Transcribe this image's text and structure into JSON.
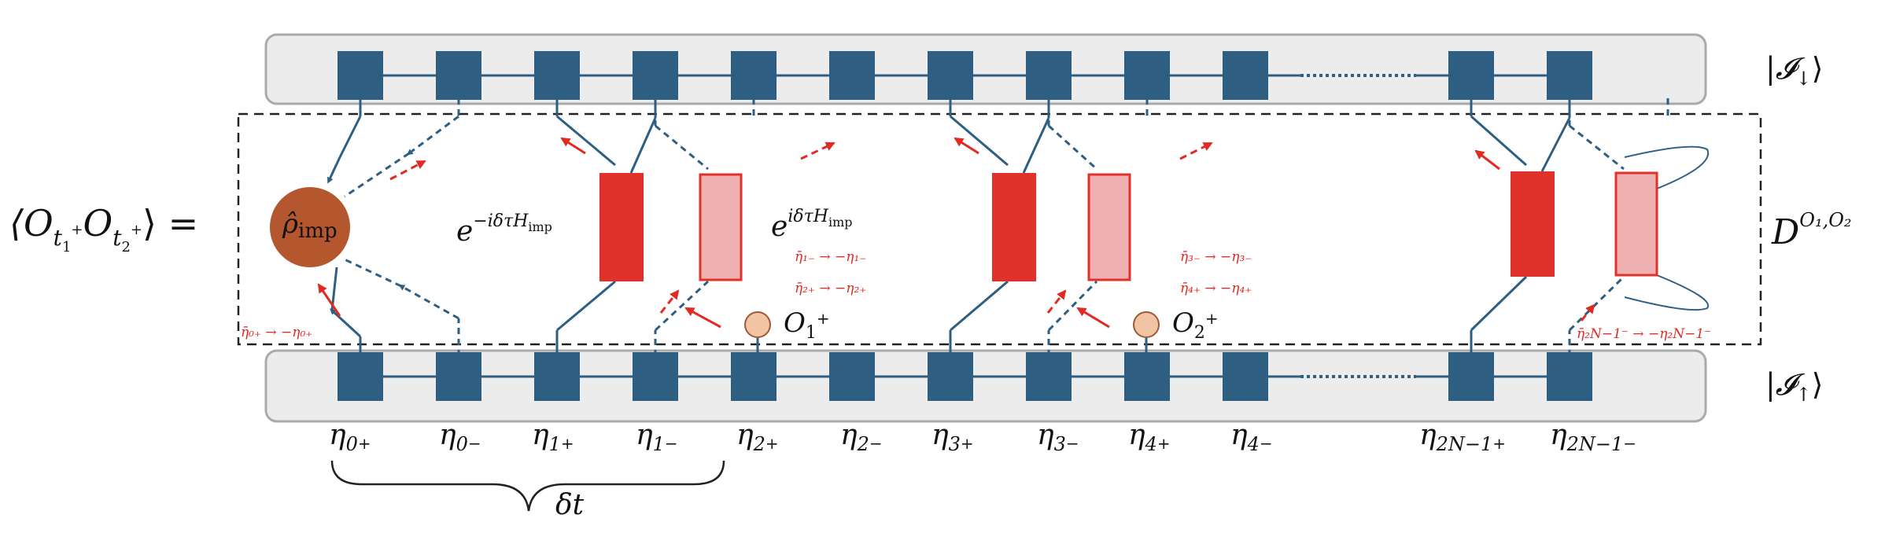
{
  "colors": {
    "tensor": "#2e5f82",
    "gate_dark": "#e0312a",
    "gate_light": "#efb0b2",
    "gate_light_stroke": "#e0312a",
    "arrow_red": "#e02a22",
    "rho": "#b4572e",
    "operator_fill": "#f3c4a3",
    "panel_fill": "#ececec",
    "panel_stroke": "#aaaaaa"
  },
  "lhs": {
    "expression": "⟨O",
    "t1": "t",
    "t1_sub": "1",
    "plus": "+",
    "o2": "O",
    "t2": "t",
    "t2_sub": "2",
    "close": "⟩ ="
  },
  "top_state": {
    "label": "|𝓘",
    "arrow": "↓",
    "close": "⟩"
  },
  "bottom_state": {
    "label": "|𝓘",
    "arrow": "↑",
    "close": "⟩"
  },
  "d_label": {
    "base": "D",
    "sup": "O₁,O₂"
  },
  "rho": {
    "symbol": "ρ̂",
    "subscript": "imp"
  },
  "gate_forward": {
    "base": "e",
    "sup": "−iδτH",
    "sup_sub": "imp"
  },
  "gate_backward": {
    "base": "e",
    "sup": "iδτH",
    "sup_sub": "imp"
  },
  "operators": [
    {
      "base": "O",
      "sub": "1",
      "sup": "+"
    },
    {
      "base": "O",
      "sub": "2",
      "sup": "+"
    }
  ],
  "substitutions": {
    "first": "η̄₀₊ → −η₀₊",
    "second_a": "η̄₁₋ → −η₁₋",
    "second_b": "η̄₂₊ → −η₂₊",
    "third_a": "η̄₃₋ → −η₃₋",
    "third_b": "η̄₄₊ → −η₄₊",
    "last": "η̄₂N−1⁻ → −η₂N−1⁻"
  },
  "grassmann_labels": [
    {
      "base": "η",
      "sub": "0",
      "sup": "+"
    },
    {
      "base": "η",
      "sub": "0",
      "sup": "−"
    },
    {
      "base": "η",
      "sub": "1",
      "sup": "+"
    },
    {
      "base": "η",
      "sub": "1",
      "sup": "−"
    },
    {
      "base": "η",
      "sub": "2",
      "sup": "+"
    },
    {
      "base": "η",
      "sub": "2",
      "sup": "−"
    },
    {
      "base": "η",
      "sub": "3",
      "sup": "+"
    },
    {
      "base": "η",
      "sub": "3",
      "sup": "−"
    },
    {
      "base": "η",
      "sub": "4",
      "sup": "+"
    },
    {
      "base": "η",
      "sub": "4",
      "sup": "−"
    },
    {
      "base": "η",
      "sub": "2N−1",
      "sup": "+"
    },
    {
      "base": "η",
      "sub": "2N−1",
      "sup": "−"
    }
  ],
  "brace_label": "δt"
}
